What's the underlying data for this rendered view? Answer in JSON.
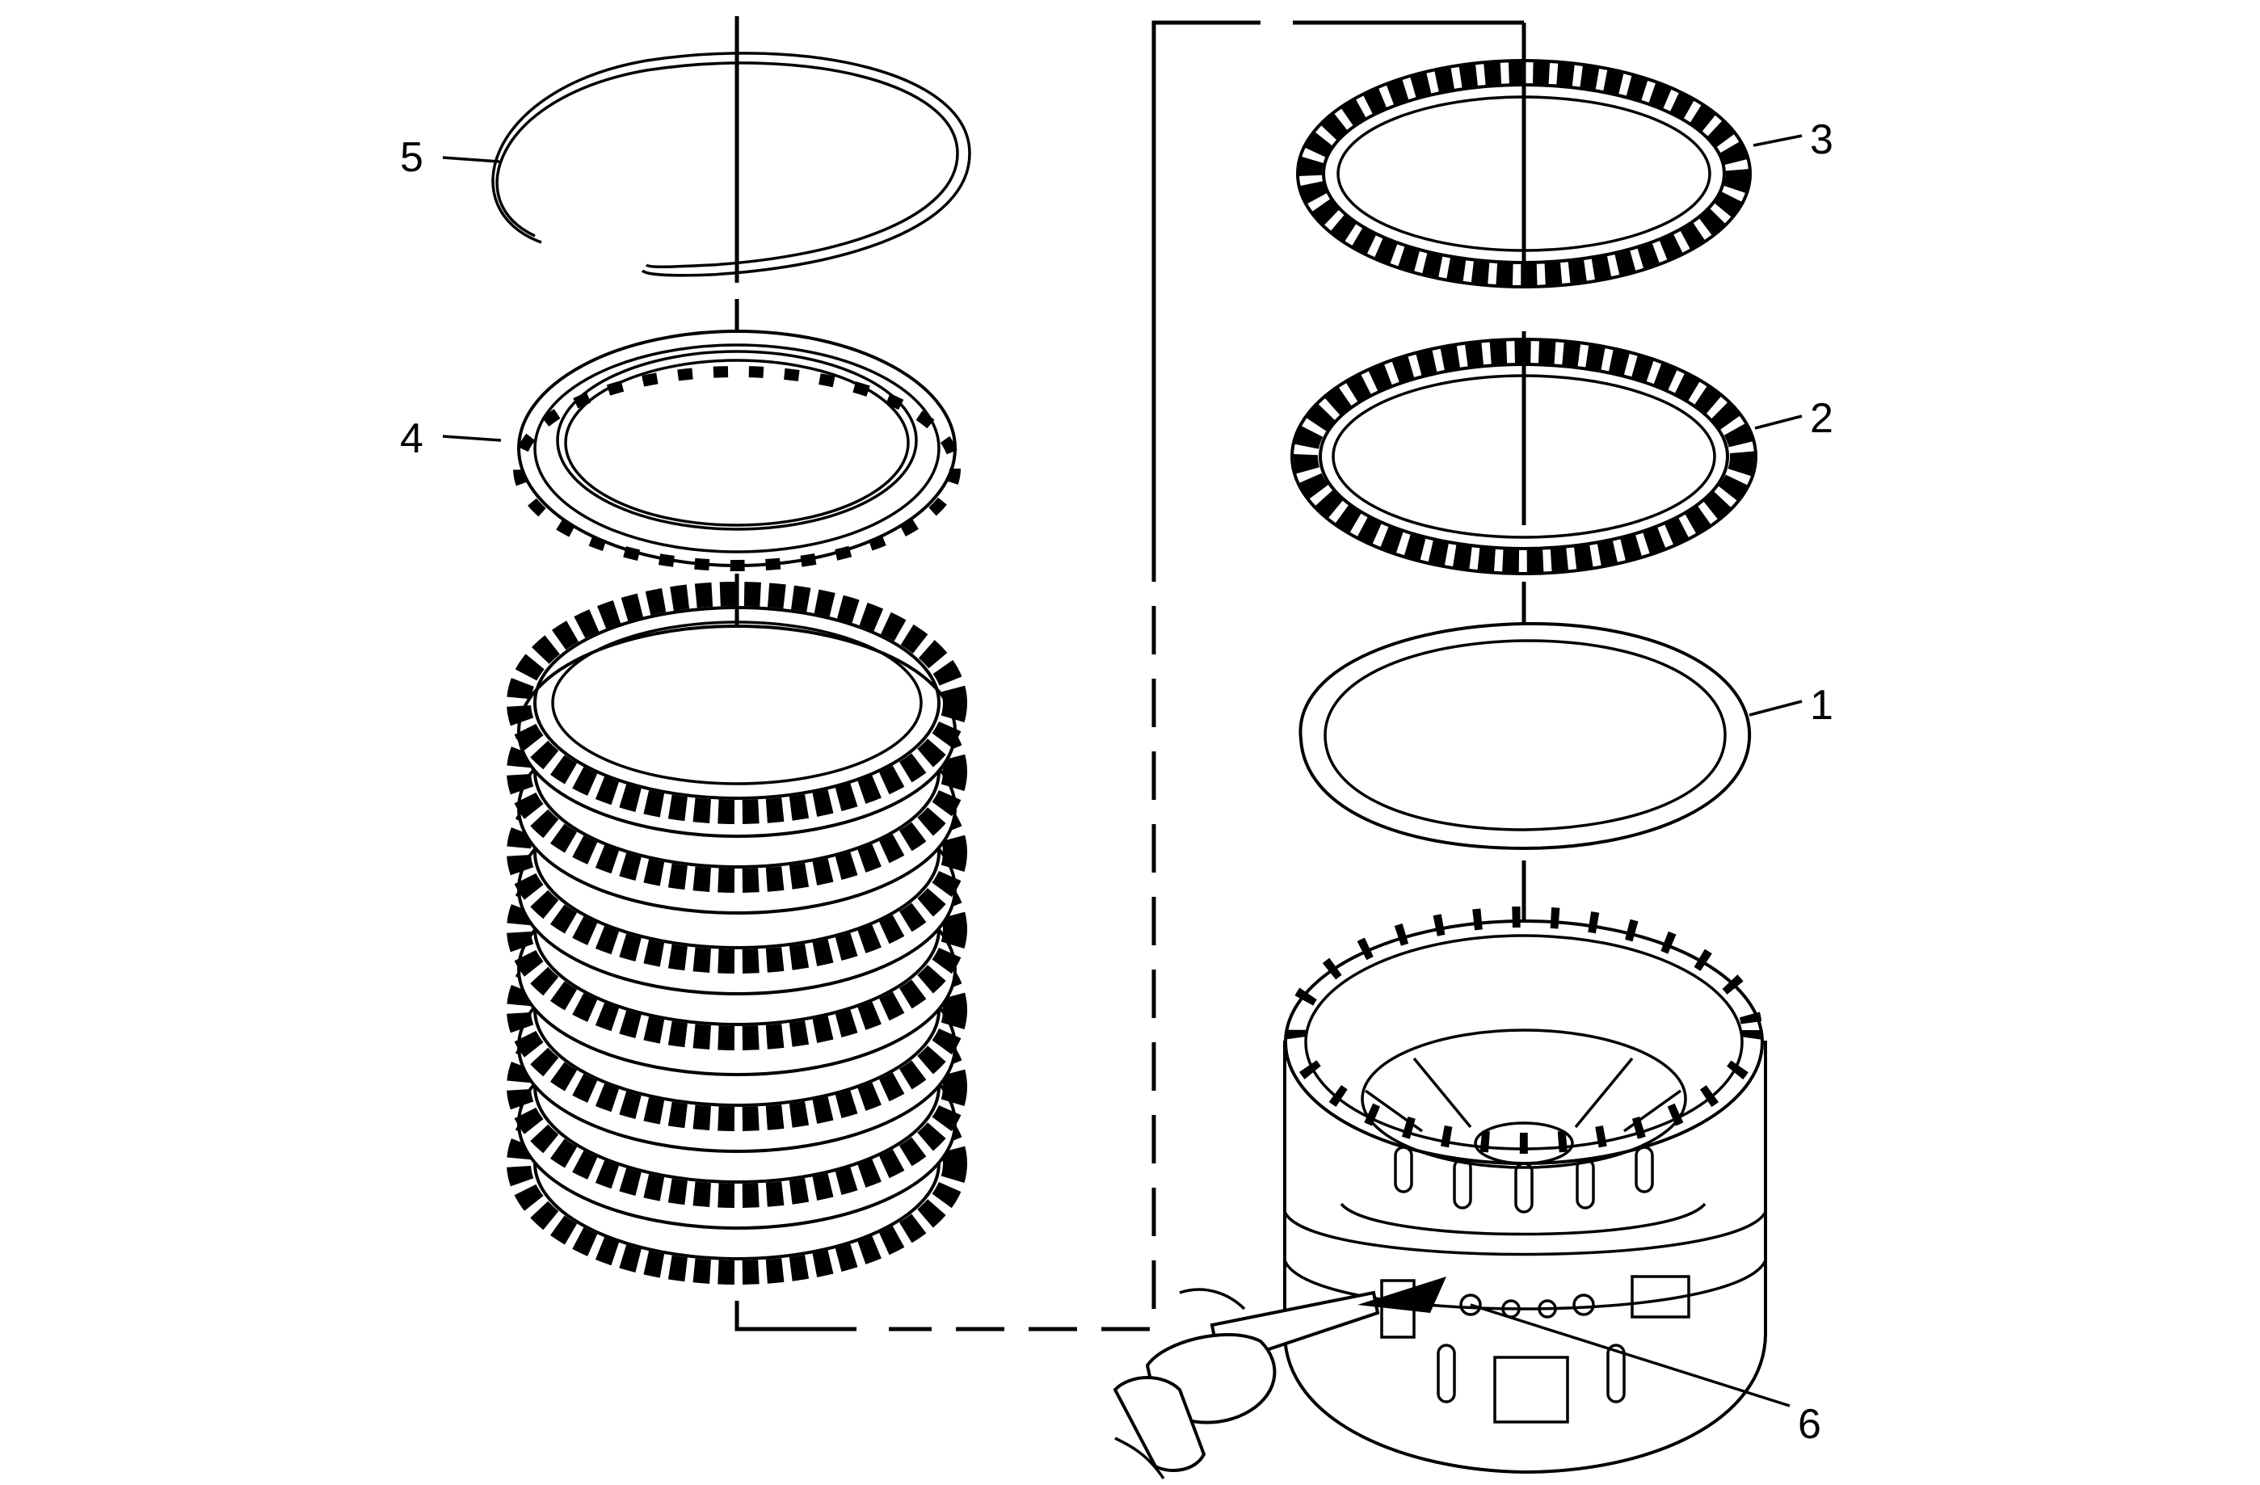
{
  "diagram": {
    "callouts": [
      {
        "id": "1",
        "label": "1"
      },
      {
        "id": "2",
        "label": "2"
      },
      {
        "id": "3",
        "label": "3"
      },
      {
        "id": "4",
        "label": "4"
      },
      {
        "id": "5",
        "label": "5"
      },
      {
        "id": "6",
        "label": "6"
      }
    ],
    "parts": {
      "snap_ring": "snap-ring",
      "pressure_plate": "backing-plate",
      "clutch_stack": "clutch-pack-stack",
      "friction_plate_upper": "friction-plate",
      "friction_plate_lower": "friction-plate",
      "apply_plate": "apply-plate",
      "housing": "clutch-housing",
      "air_nozzle": "air-nozzle"
    }
  }
}
